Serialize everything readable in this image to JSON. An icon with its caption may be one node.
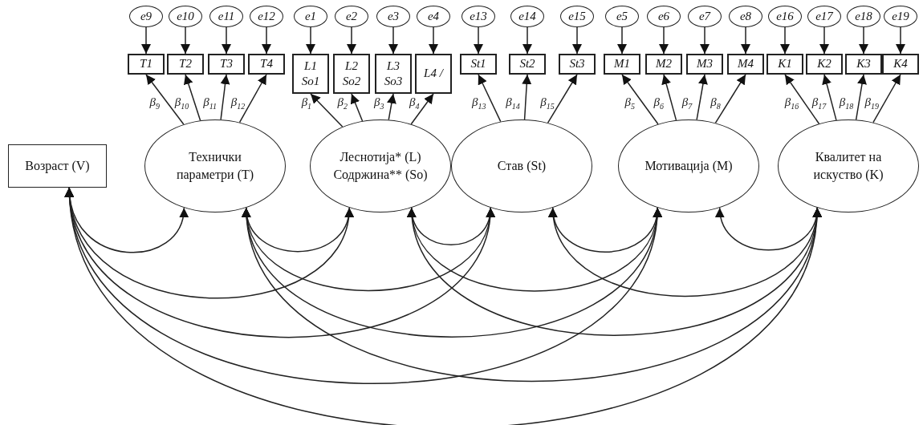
{
  "diagram": {
    "nodes": [
      {
        "text": [
          "e9"
        ]
      },
      {
        "text": [
          "e10"
        ]
      },
      {
        "text": [
          "e11"
        ]
      },
      {
        "text": [
          "e12"
        ]
      },
      {
        "text": [
          "e1"
        ]
      },
      {
        "text": [
          "e2"
        ]
      },
      {
        "text": [
          "e3"
        ]
      },
      {
        "text": [
          "e4"
        ]
      },
      {
        "text": [
          "e13"
        ]
      },
      {
        "text": [
          "e14"
        ]
      },
      {
        "text": [
          "e15"
        ]
      },
      {
        "text": [
          "e5"
        ]
      },
      {
        "text": [
          "e6"
        ]
      },
      {
        "text": [
          "e7"
        ]
      },
      {
        "text": [
          "e8"
        ]
      },
      {
        "text": [
          "e16"
        ]
      },
      {
        "text": [
          "e17"
        ]
      },
      {
        "text": [
          "e18"
        ]
      },
      {
        "text": [
          "e19"
        ]
      },
      {
        "text": [
          "T1"
        ]
      },
      {
        "text": [
          "T2"
        ]
      },
      {
        "text": [
          "T3"
        ]
      },
      {
        "text": [
          "T4"
        ]
      },
      {
        "text": [
          "L1 So1"
        ]
      },
      {
        "text": [
          "L2 So2"
        ]
      },
      {
        "text": [
          "L3 So3"
        ]
      },
      {
        "text": [
          "L4 /"
        ]
      },
      {
        "text": [
          "St1"
        ]
      },
      {
        "text": [
          "St2"
        ]
      },
      {
        "text": [
          "St3"
        ]
      },
      {
        "text": [
          "M1"
        ]
      },
      {
        "text": [
          "M2"
        ]
      },
      {
        "text": [
          "M3"
        ]
      },
      {
        "text": [
          "M4"
        ]
      },
      {
        "text": [
          "K1"
        ]
      },
      {
        "text": [
          "K2"
        ]
      },
      {
        "text": [
          "K3"
        ]
      },
      {
        "text": [
          "K4"
        ]
      },
      {
        "text": [
          "Возраст (V)"
        ]
      },
      {
        "text": [
          "Технички параметри (T)"
        ]
      },
      {
        "text": [
          "Леснотија* (L) Содржина** (So)"
        ]
      },
      {
        "text": [
          "Став (St)"
        ]
      },
      {
        "text": [
          "Мотивација (M)"
        ]
      },
      {
        "text": [
          "Квалитет на искуство (K)"
        ]
      }
    ],
    "edges": [
      {
        "from": 0,
        "to": 19,
        "arrow": "to"
      },
      {
        "from": 1,
        "to": 20,
        "arrow": "to"
      },
      {
        "from": 2,
        "to": 21,
        "arrow": "to"
      },
      {
        "from": 3,
        "to": 22,
        "arrow": "to"
      },
      {
        "from": 4,
        "to": 23,
        "arrow": "to"
      },
      {
        "from": 5,
        "to": 24,
        "arrow": "to"
      },
      {
        "from": 6,
        "to": 25,
        "arrow": "to"
      },
      {
        "from": 7,
        "to": 26,
        "arrow": "to"
      },
      {
        "from": 8,
        "to": 27,
        "arrow": "to"
      },
      {
        "from": 9,
        "to": 28,
        "arrow": "to"
      },
      {
        "from": 10,
        "to": 29,
        "arrow": "to"
      },
      {
        "from": 11,
        "to": 30,
        "arrow": "to"
      },
      {
        "from": 12,
        "to": 31,
        "arrow": "to"
      },
      {
        "from": 13,
        "to": 32,
        "arrow": "to"
      },
      {
        "from": 14,
        "to": 33,
        "arrow": "to"
      },
      {
        "from": 15,
        "to": 34,
        "arrow": "to"
      },
      {
        "from": 16,
        "to": 35,
        "arrow": "to"
      },
      {
        "from": 17,
        "to": 36,
        "arrow": "to"
      },
      {
        "from": 18,
        "to": 37,
        "arrow": "to"
      },
      {
        "from": 39,
        "to": 19,
        "arrow": "to",
        "label": "β$_{9}$"
      },
      {
        "from": 39,
        "to": 20,
        "arrow": "to",
        "label": "β$_{10}$"
      },
      {
        "from": 39,
        "to": 21,
        "arrow": "to",
        "label": "β$_{11}$"
      },
      {
        "from": 39,
        "to": 22,
        "arrow": "to",
        "label": "β$_{12}$"
      },
      {
        "from": 40,
        "to": 23,
        "arrow": "to",
        "label": "β$_{1}$"
      },
      {
        "from": 40,
        "to": 24,
        "arrow": "to",
        "label": "β$_{2}$"
      },
      {
        "from": 40,
        "to": 25,
        "arrow": "to",
        "label": "β$_{3}$"
      },
      {
        "from": 40,
        "to": 26,
        "arrow": "to",
        "label": "β$_{4}$"
      },
      {
        "from": 41,
        "to": 27,
        "arrow": "to",
        "label": "β$_{13}$"
      },
      {
        "from": 41,
        "to": 28,
        "arrow": "to",
        "label": "β$_{14}$"
      },
      {
        "from": 41,
        "to": 29,
        "arrow": "to",
        "label": "β$_{15}$"
      },
      {
        "from": 42,
        "to": 30,
        "arrow": "to",
        "label": "β$_{5}$"
      },
      {
        "from": 42,
        "to": 31,
        "arrow": "to",
        "label": "β$_{6}$"
      },
      {
        "from": 42,
        "to": 32,
        "arrow": "to",
        "label": "β$_{7}$"
      },
      {
        "from": 42,
        "to": 33,
        "arrow": "to",
        "label": "β$_{8}$"
      },
      {
        "from": 43,
        "to": 34,
        "arrow": "to",
        "label": "β$_{16}$"
      },
      {
        "from": 43,
        "to": 35,
        "arrow": "to",
        "label": "β$_{17}$"
      },
      {
        "from": 43,
        "to": 36,
        "arrow": "to",
        "label": "β$_{18}$"
      },
      {
        "from": 43,
        "to": 37,
        "arrow": "to",
        "label": "β$_{19}$"
      },
      {
        "from": 38,
        "to": 39,
        "arrow": "both"
      },
      {
        "from": 38,
        "to": 40,
        "arrow": "both"
      },
      {
        "from": 38,
        "to": 41,
        "arrow": "both"
      },
      {
        "from": 38,
        "to": 42,
        "arrow": "both"
      },
      {
        "from": 38,
        "to": 43,
        "arrow": "both"
      },
      {
        "from": 39,
        "to": 40,
        "arrow": "both"
      },
      {
        "from": 39,
        "to": 41,
        "arrow": "both"
      },
      {
        "from": 39,
        "to": 42,
        "arrow": "both"
      },
      {
        "from": 39,
        "to": 43,
        "arrow": "both"
      },
      {
        "from": 40,
        "to": 41,
        "arrow": "both"
      },
      {
        "from": 40,
        "to": 42,
        "arrow": "both"
      },
      {
        "from": 40,
        "to": 43,
        "arrow": "both"
      },
      {
        "from": 41,
        "to": 42,
        "arrow": "both"
      },
      {
        "from": 41,
        "to": 43,
        "arrow": "both"
      },
      {
        "from": 42,
        "to": 43,
        "arrow": "both"
      }
    ]
  }
}
